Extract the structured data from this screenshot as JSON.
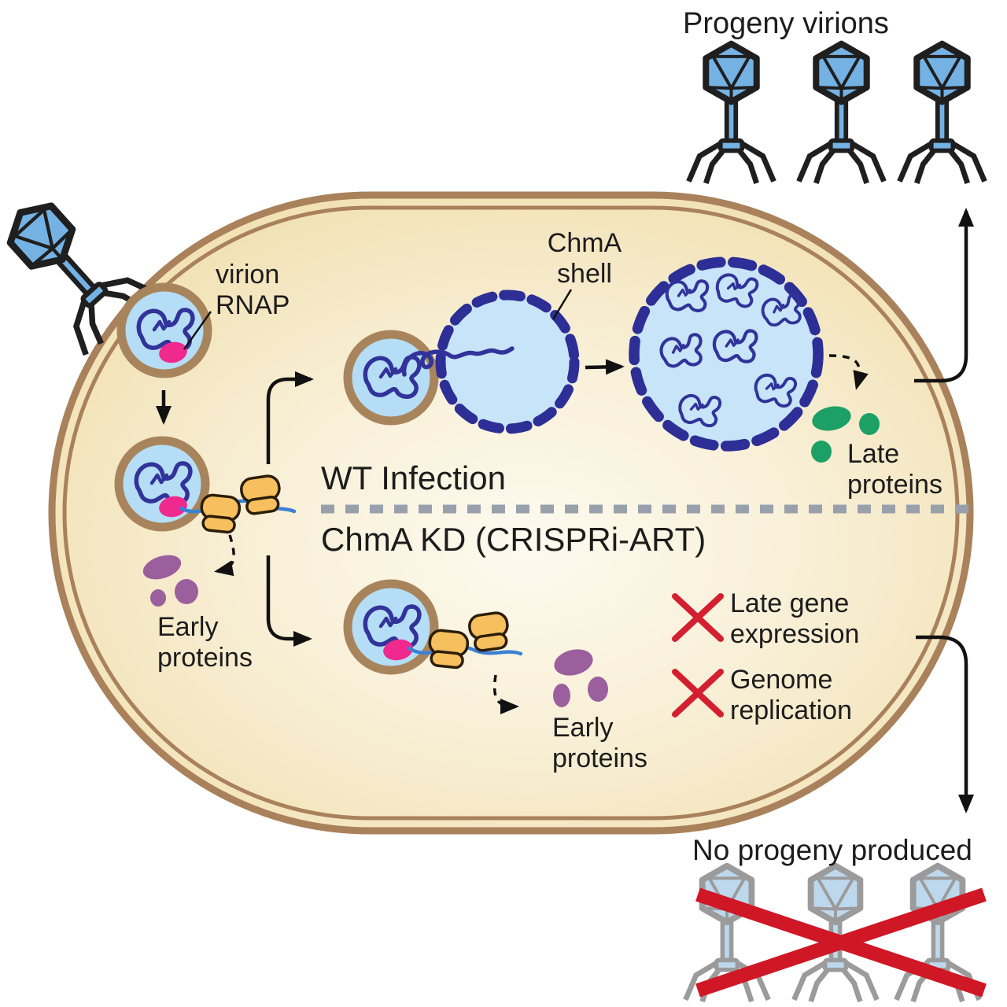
{
  "figure": {
    "type": "scientific-diagram",
    "topic": "Bacteriophage ChmA shell (phage nucleus) during WT infection vs ChmA knockdown"
  },
  "labels": {
    "progeny_virions": "Progeny virions",
    "virion_rnap": "virion\nRNAP",
    "chma_shell": "ChmA\nshell",
    "wt_infection": "WT Infection",
    "chma_kd": "ChmA KD (CRISPRi-ART)",
    "early_proteins_wt": "Early\nproteins",
    "late_proteins": "Late\nproteins",
    "early_proteins_kd": "Early\nproteins",
    "late_gene_expression": "Late gene\nexpression",
    "genome_replication": "Genome\nreplication",
    "no_progeny": "No progeny produced"
  },
  "counts": {
    "progeny_phages": 3,
    "crossed_out_phages": 3
  },
  "colors": {
    "cell_outline": "#a9815b",
    "cell_fill_edge": "#f0ddaa",
    "cell_fill_center": "#fdfaef",
    "infected_zone_fill": "#b5ddf5",
    "phage_dna": "#31339a",
    "chma_shell_stroke": "#2d2f96",
    "chma_shell_fill": "#c8e4f8",
    "virion_rnap": "#f0298f",
    "mrna": "#3b82d4",
    "ribosome_fill": "#f7c05e",
    "early_protein": "#9c5f9e",
    "late_protein": "#1da065",
    "phage_head_blue": "#74b2e4",
    "phage_outline": "#1f1f1f",
    "phage_gray": "#9b9b9b",
    "cross_red": "#d31f2f",
    "divider_gray": "#98a0ac",
    "arrow_black": "#111111"
  }
}
